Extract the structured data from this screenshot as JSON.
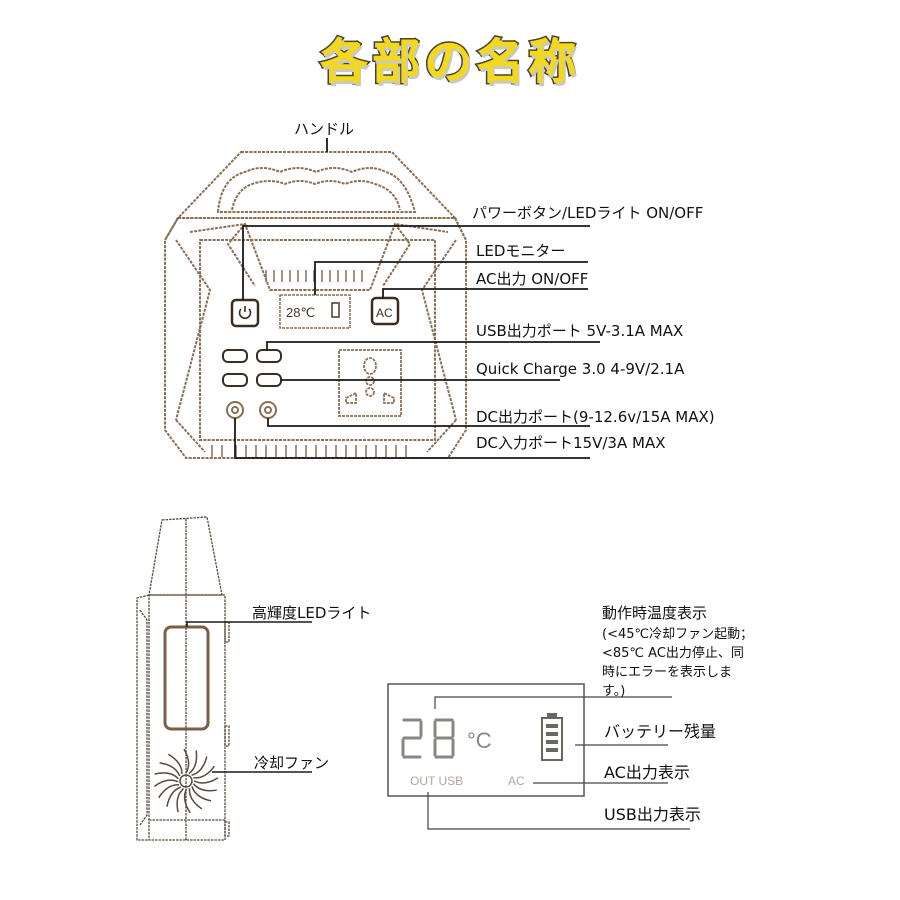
{
  "title": "各部の名称",
  "front_view": {
    "labels": {
      "handle": "ハンドル",
      "power_button": "パワーボタン/LEDライト ON/OFF",
      "led_monitor": "LEDモニター",
      "ac_output_switch": "AC出力 ON/OFF",
      "usb_output": "USB出力ポート 5V-3.1A MAX",
      "quick_charge": "Quick Charge 3.0 4-9V/2.1A",
      "dc_output": "DC出力ポート(9-12.6v/15A MAX)",
      "dc_input": "DC入力ポート15V/3A MAX"
    },
    "device_display": {
      "temp": "28℃"
    },
    "ac_button_label": "AC"
  },
  "side_view": {
    "labels": {
      "led_light": "高輝度LEDライト",
      "cooling_fan": "冷却ファン"
    }
  },
  "lcd_detail": {
    "temperature_value": "28",
    "temperature_unit": "°C",
    "out_usb": "OUT USB",
    "ac": "AC",
    "labels": {
      "temp_display_title": "動作時温度表示",
      "temp_display_note_1": "(<45℃冷却ファン起動；",
      "temp_display_note_2": "<85℃ AC出力停止、同",
      "temp_display_note_3": "時にエラーを表示しま",
      "temp_display_note_4": "す。)",
      "battery_level": "バッテリー残量",
      "ac_output_indicator": "AC出力表示",
      "usb_output_indicator": "USB出力表示"
    }
  },
  "colors": {
    "title_fill": "#f4d81c",
    "title_stroke": "#4a4426",
    "outline": "#8a6f55",
    "leader": "#222222",
    "lcd_text": "#b0a89c"
  }
}
